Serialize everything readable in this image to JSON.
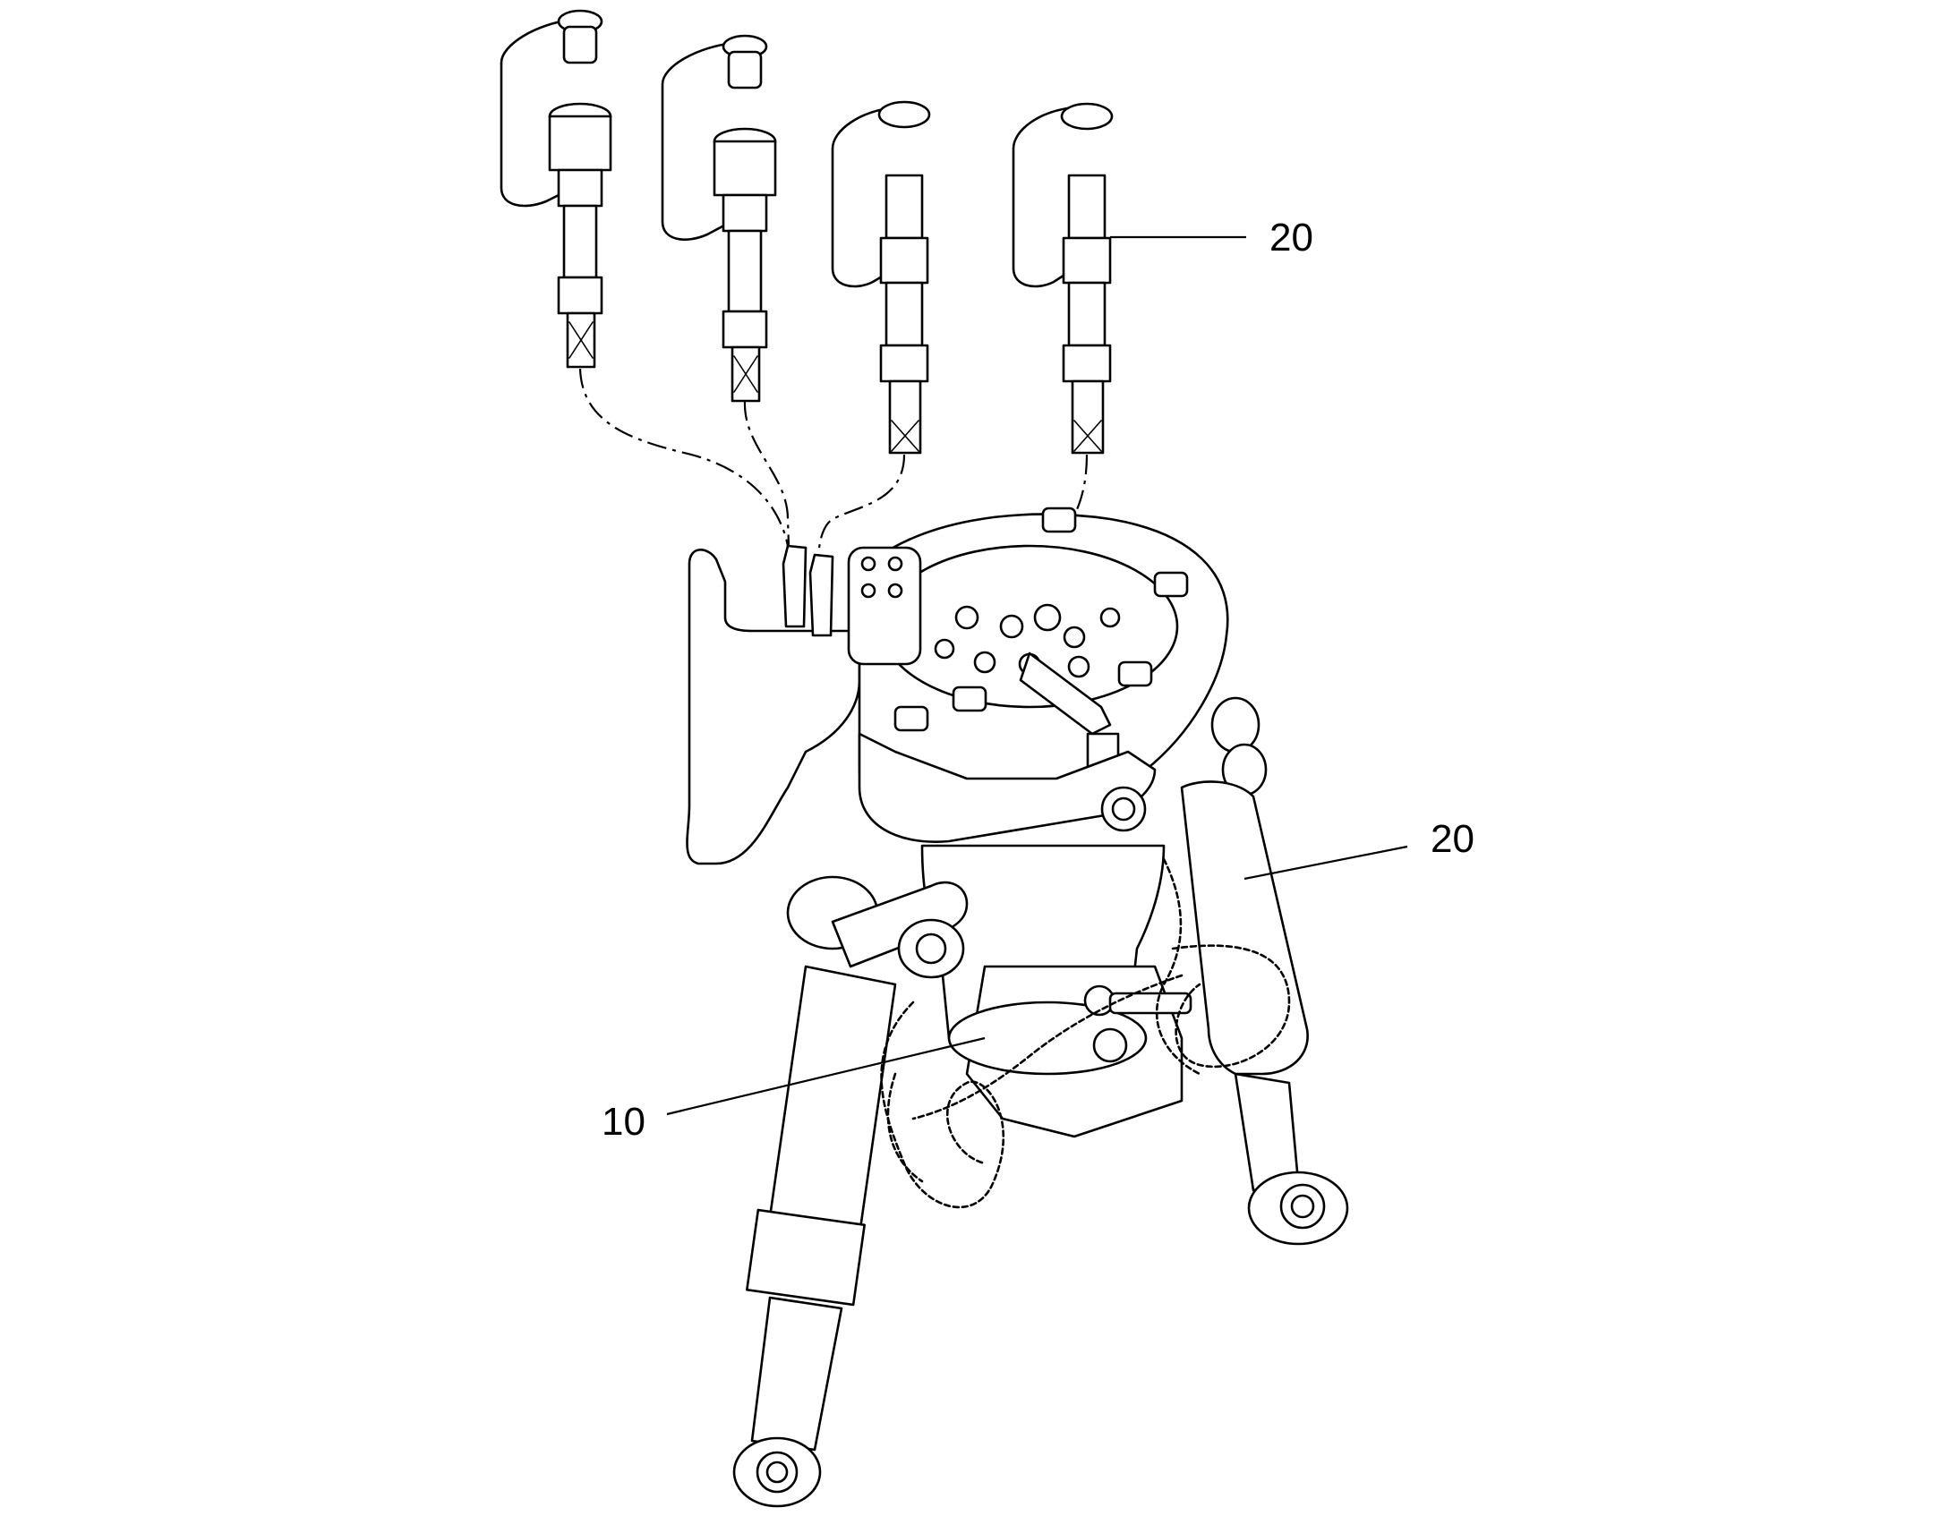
{
  "figure": {
    "reference_labels": [
      {
        "id": "hose-top",
        "text": "20"
      },
      {
        "id": "leg-right",
        "text": "20"
      },
      {
        "id": "body-center",
        "text": "10"
      }
    ]
  }
}
